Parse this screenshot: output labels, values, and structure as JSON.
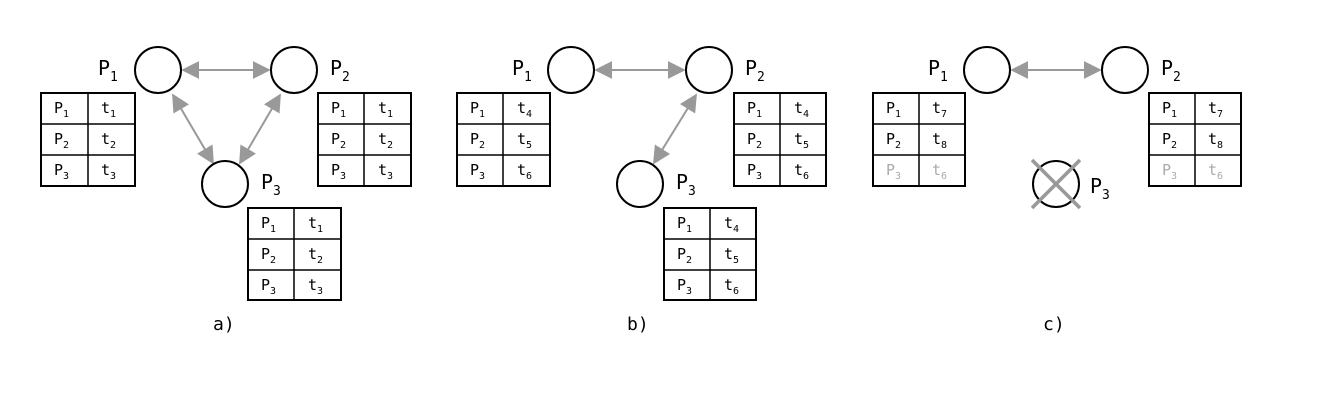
{
  "panels": [
    {
      "caption": "a)",
      "nodes": [
        {
          "base": "P",
          "sub": "1"
        },
        {
          "base": "P",
          "sub": "2"
        },
        {
          "base": "P",
          "sub": "3"
        }
      ],
      "tables": [
        [
          [
            "P",
            "1",
            "t",
            "1"
          ],
          [
            "P",
            "2",
            "t",
            "2"
          ],
          [
            "P",
            "3",
            "t",
            "3"
          ]
        ],
        [
          [
            "P",
            "1",
            "t",
            "1"
          ],
          [
            "P",
            "2",
            "t",
            "2"
          ],
          [
            "P",
            "3",
            "t",
            "3"
          ]
        ],
        [
          [
            "P",
            "1",
            "t",
            "1"
          ],
          [
            "P",
            "2",
            "t",
            "2"
          ],
          [
            "P",
            "3",
            "t",
            "3"
          ]
        ]
      ]
    },
    {
      "caption": "b)",
      "nodes": [
        {
          "base": "P",
          "sub": "1"
        },
        {
          "base": "P",
          "sub": "2"
        },
        {
          "base": "P",
          "sub": "3"
        }
      ],
      "tables": [
        [
          [
            "P",
            "1",
            "t",
            "4"
          ],
          [
            "P",
            "2",
            "t",
            "5"
          ],
          [
            "P",
            "3",
            "t",
            "6"
          ]
        ],
        [
          [
            "P",
            "1",
            "t",
            "4"
          ],
          [
            "P",
            "2",
            "t",
            "5"
          ],
          [
            "P",
            "3",
            "t",
            "6"
          ]
        ],
        [
          [
            "P",
            "1",
            "t",
            "4"
          ],
          [
            "P",
            "2",
            "t",
            "5"
          ],
          [
            "P",
            "3",
            "t",
            "6"
          ]
        ]
      ]
    },
    {
      "caption": "c)",
      "nodes": [
        {
          "base": "P",
          "sub": "1"
        },
        {
          "base": "P",
          "sub": "2"
        },
        {
          "base": "P",
          "sub": "3"
        }
      ],
      "tables": [
        [
          [
            "P",
            "1",
            "t",
            "7"
          ],
          [
            "P",
            "2",
            "t",
            "8"
          ],
          [
            "P",
            "3",
            "t",
            "6"
          ]
        ],
        [
          [
            "P",
            "1",
            "t",
            "7"
          ],
          [
            "P",
            "2",
            "t",
            "8"
          ],
          [
            "P",
            "3",
            "t",
            "6"
          ]
        ]
      ],
      "failed_node": "P3",
      "faded_row_index": 2
    }
  ],
  "colors": {
    "stroke": "#000000",
    "arrow": "#999999",
    "faded_text": "#aaaaaa",
    "cross": "#999999"
  }
}
